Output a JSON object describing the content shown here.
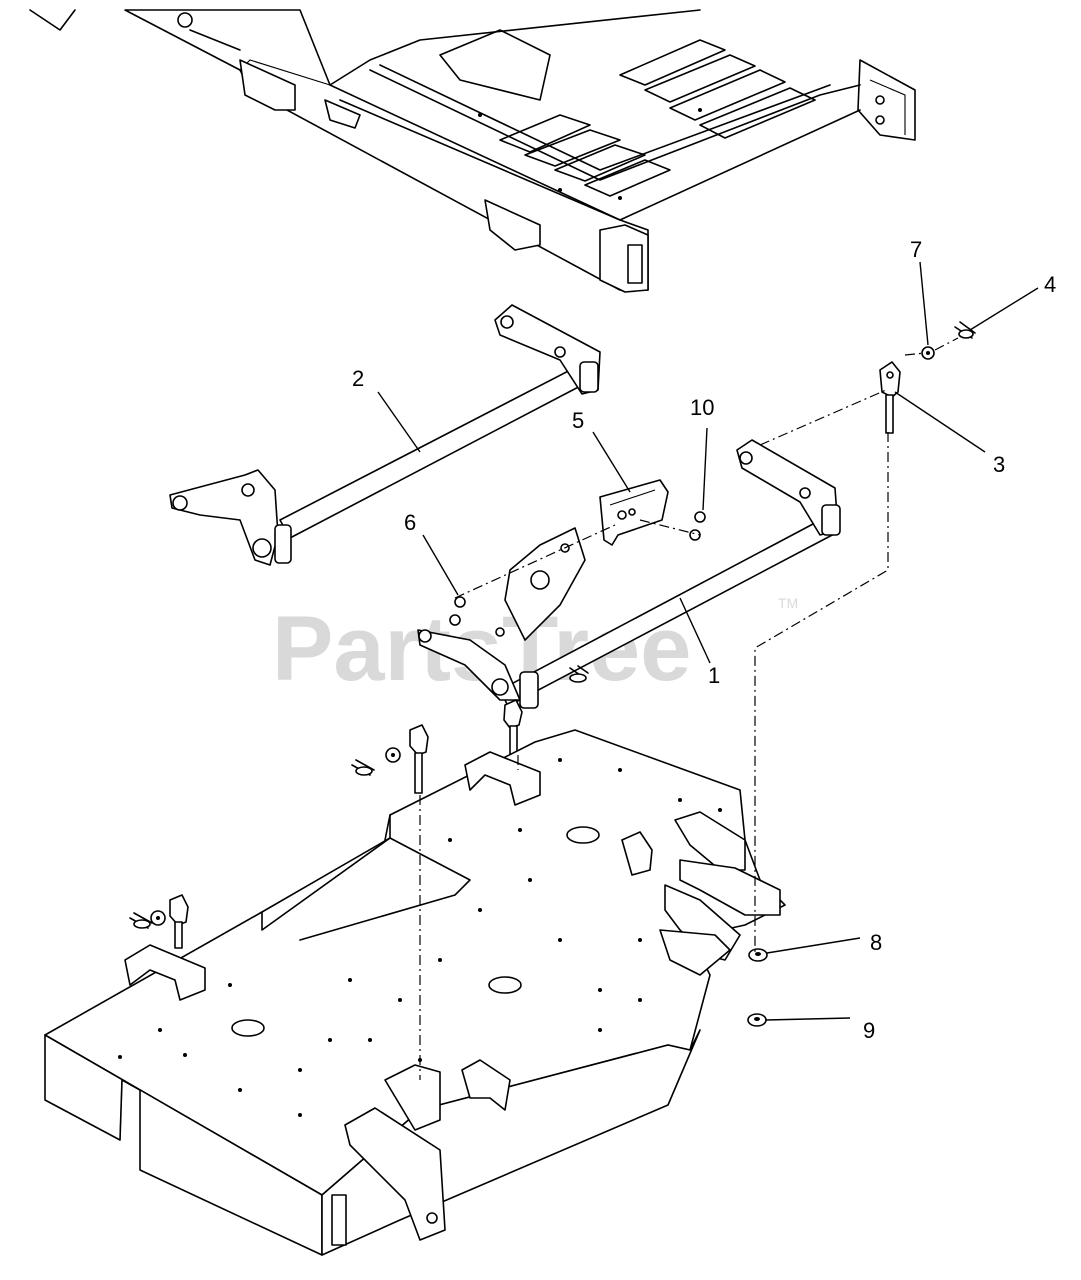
{
  "watermark": {
    "text": "PartsTree",
    "tm": "TM"
  },
  "callouts": [
    "1",
    "2",
    "3",
    "4",
    "5",
    "6",
    "7",
    "8",
    "9",
    "10"
  ]
}
